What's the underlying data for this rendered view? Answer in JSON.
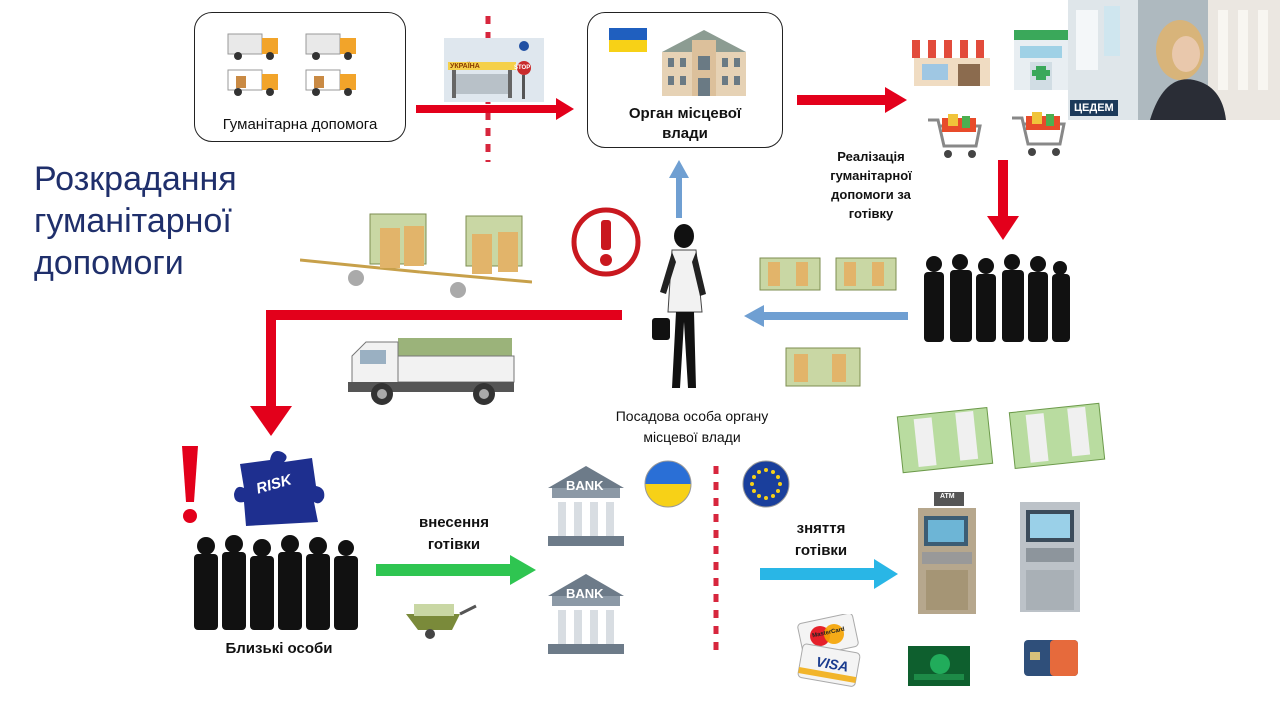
{
  "title": "Розкрадання гуманітарної допомоги",
  "nodes": {
    "humanitarian_aid": "Гуманітарна допомога",
    "local_authority": "Орган місцевої влади",
    "sale_for_cash": "Реалізація гуманітарної допомоги за готівку",
    "official": "Посадова особа органу місцевої влади",
    "relatives": "Близькі особи",
    "cash_deposit": "внесення готівки",
    "cash_withdrawal": "зняття готівки"
  },
  "icons": {
    "bank_label": "BANK",
    "risk_label": "RISK",
    "atm_label": "ATM",
    "ukraine_label": "УКРАЇНА",
    "stop_label": "STOP",
    "visa_label": "VISA",
    "mastercard_label": "MasterCard"
  },
  "video": {
    "badge": "ЦЕДЕМ"
  },
  "colors": {
    "title": "#1f2f6b",
    "red_arrow": "#e3001b",
    "blue_arrow": "#6f9fd2",
    "green_arrow": "#2fc551",
    "cyan_arrow": "#29b6e6",
    "dotted_border": "#d7263d"
  }
}
